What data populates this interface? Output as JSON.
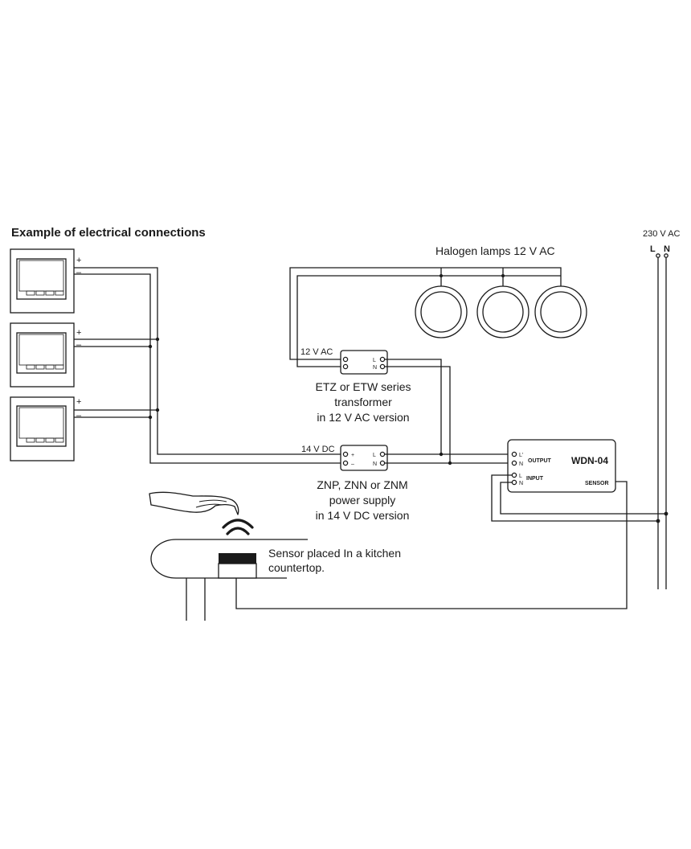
{
  "title": "Example of electrical connections",
  "mains": {
    "voltage": "230 V AC",
    "l": "L",
    "n": "N"
  },
  "lamps_label": "Halogen lamps 12 V AC",
  "transformer": {
    "input_label": "12 V AC",
    "term_l": "L",
    "term_n": "N",
    "desc_line1": "ETZ or ETW series",
    "desc_line2": "transformer",
    "desc_line3": "in 12 V AC version"
  },
  "power_supply": {
    "input_label": "14 V DC",
    "term_plus": "+",
    "term_minus": "–",
    "term_l": "L",
    "term_n": "N",
    "desc_line1": "ZNP, ZNN or ZNM",
    "desc_line2": "power supply",
    "desc_line3": "in 14 V DC version"
  },
  "controller": {
    "name": "WDN-04",
    "output_label": "OUTPUT",
    "input_label": "INPUT",
    "sensor_label": "SENSOR",
    "term_l_prime": "L'",
    "term_n": "N",
    "term_l": "L"
  },
  "panels": {
    "plus": "+",
    "minus": "–"
  },
  "sensor": {
    "desc_line1": "Sensor placed In a kitchen",
    "desc_line2": "countertop."
  }
}
